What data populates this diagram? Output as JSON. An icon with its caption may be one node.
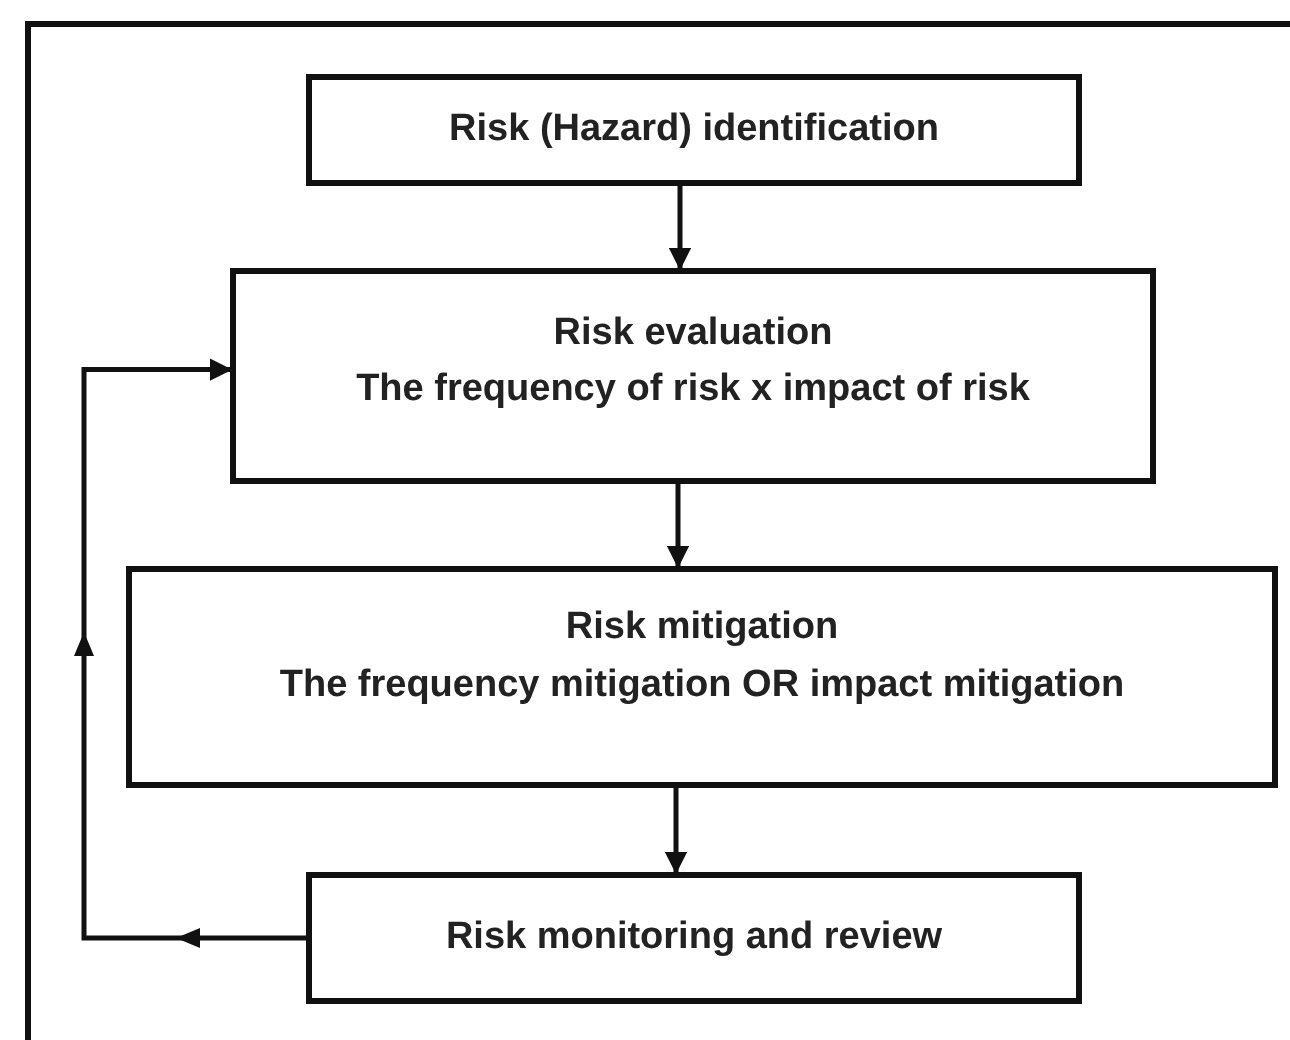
{
  "diagram": {
    "nodes": [
      {
        "text": [
          "Risk (Hazard) identification"
        ]
      },
      {
        "text": [
          "Risk evaluation",
          "The frequency of risk x impact of risk"
        ]
      },
      {
        "text": [
          "Risk mitigation",
          "The frequency mitigation OR impact mitigation"
        ]
      },
      {
        "text": [
          "Risk monitoring and review"
        ]
      }
    ],
    "edges": [
      {
        "from": 0,
        "to": 1,
        "arrow": "to"
      },
      {
        "from": 1,
        "to": 2,
        "arrow": "to"
      },
      {
        "from": 2,
        "to": 3,
        "arrow": "to"
      },
      {
        "from": 3,
        "to": 1,
        "arrow": "to"
      }
    ]
  }
}
